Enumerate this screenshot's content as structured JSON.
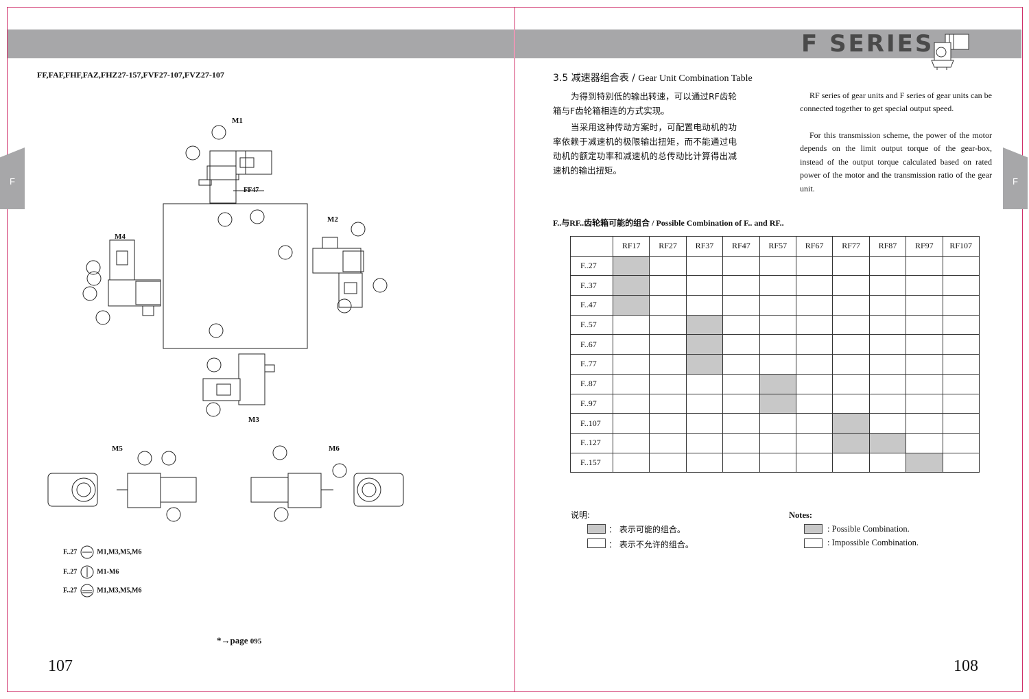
{
  "header": {
    "series_title": "F SERIES",
    "side_tab": "F"
  },
  "left_page": {
    "title": "FF,FAF,FHF,FAZ,FHZ27-157,FVF27-107,FVZ27-107",
    "diagram": {
      "positions": [
        "M1",
        "M2",
        "M3",
        "M4",
        "M5",
        "M6"
      ],
      "model_label": "FF47"
    },
    "legend": [
      {
        "model": "F..27",
        "positions": "M1,M3,M5,M6"
      },
      {
        "model": "F..27",
        "positions": "M1-M6"
      },
      {
        "model": "F..27",
        "positions": "M1,M3,M5,M6"
      }
    ],
    "page_ref": "*→page",
    "page_ref_num": "095",
    "page_number": "107"
  },
  "right_page": {
    "section_num": "3.5",
    "section_title_cn": "减速器组合表",
    "section_title_en": "Gear Unit Combination Table",
    "cn_para1": "为得到特别低的输出转速，可以通过RF齿轮箱与F齿轮箱相连的方式实现。",
    "cn_para2": "当采用这种传动方案时，可配置电动机的功率依赖于减速机的极限输出扭矩，而不能通过电动机的额定功率和减速机的总传动比计算得出减速机的输出扭矩。",
    "en_para1": "RF series of gear units and F series of gear units can be connected together to get special output speed.",
    "en_para2": "For this transmission scheme, the power of the motor depends on the limit output torque of the gear-box, instead of the output torque calculated based on rated power of the motor and the transmission ratio of the gear unit.",
    "table_title": "F..与RF..齿轮箱可能的组合 / Possible Combination of F.. and RF..",
    "table": {
      "columns": [
        "RF17",
        "RF27",
        "RF37",
        "RF47",
        "RF57",
        "RF67",
        "RF77",
        "RF87",
        "RF97",
        "RF107"
      ],
      "rows": [
        {
          "label": "F..27",
          "possible": [
            "RF17"
          ]
        },
        {
          "label": "F..37",
          "possible": [
            "RF17"
          ]
        },
        {
          "label": "F..47",
          "possible": [
            "RF17"
          ]
        },
        {
          "label": "F..57",
          "possible": [
            "RF37"
          ]
        },
        {
          "label": "F..67",
          "possible": [
            "RF37"
          ]
        },
        {
          "label": "F..77",
          "possible": [
            "RF37"
          ]
        },
        {
          "label": "F..87",
          "possible": [
            "RF57"
          ]
        },
        {
          "label": "F..97",
          "possible": [
            "RF57"
          ]
        },
        {
          "label": "F..107",
          "possible": [
            "RF77"
          ]
        },
        {
          "label": "F..127",
          "possible": [
            "RF77",
            "RF87"
          ]
        },
        {
          "label": "F..157",
          "possible": [
            "RF97"
          ]
        }
      ]
    },
    "notes_cn": {
      "title": "说明:",
      "possible": "：  表示可能的组合。",
      "impossible": "：  表示不允许的组合。"
    },
    "notes_en": {
      "title": "Notes:",
      "possible": ": Possible Combination.",
      "impossible": ": Impossible Combination."
    },
    "page_number": "108"
  },
  "colors": {
    "border": "#d0306a",
    "band": "#a7a7a9",
    "cell_on": "#c8c8c8"
  }
}
